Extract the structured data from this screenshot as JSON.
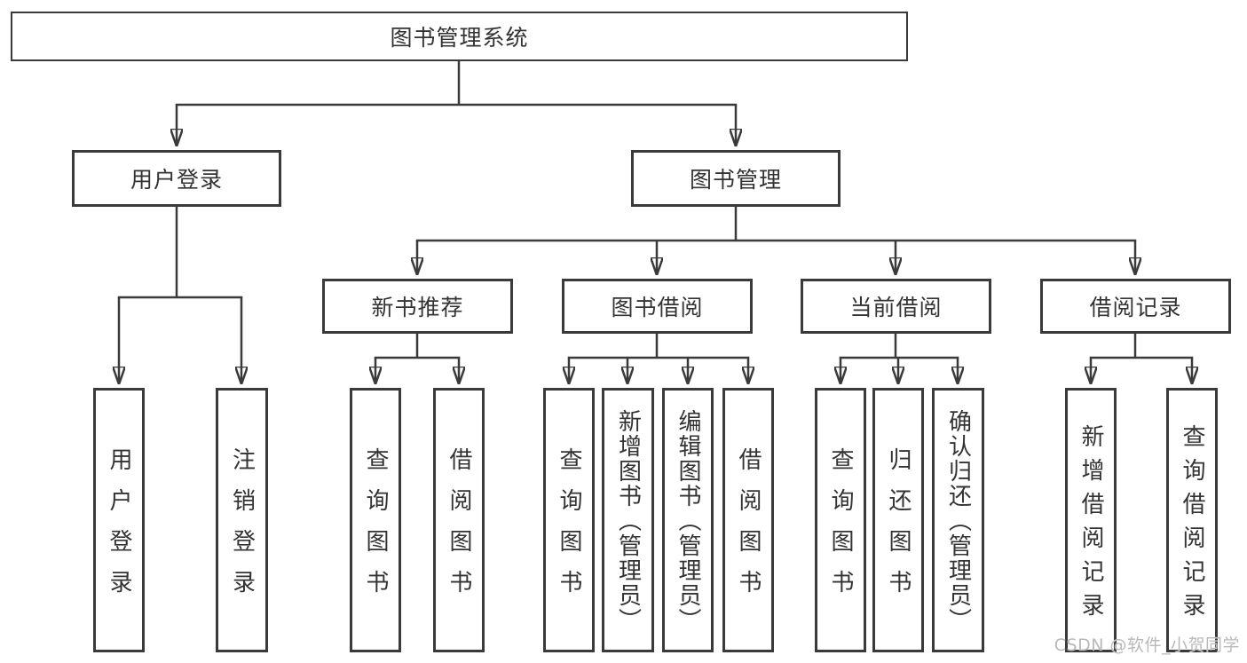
{
  "diagram_type": "hierarchy-tree",
  "tree": {
    "label": "图书管理系统",
    "children": [
      {
        "label": "用户登录",
        "children": [
          {
            "label": "用户登录"
          },
          {
            "label": "注销登录"
          }
        ]
      },
      {
        "label": "图书管理",
        "children": [
          {
            "label": "新书推荐",
            "children": [
              {
                "label": "查询图书"
              },
              {
                "label": "借阅图书"
              }
            ]
          },
          {
            "label": "图书借阅",
            "children": [
              {
                "label": "查询图书"
              },
              {
                "label": "新增图书（管理员）"
              },
              {
                "label": "编辑图书（管理员）"
              },
              {
                "label": "借阅图书"
              }
            ]
          },
          {
            "label": "当前借阅",
            "children": [
              {
                "label": "查询图书"
              },
              {
                "label": "归还图书"
              },
              {
                "label": "确认归还（管理员）"
              }
            ]
          },
          {
            "label": "借阅记录",
            "children": [
              {
                "label": "新增借阅记录"
              },
              {
                "label": "查询借阅记录"
              }
            ]
          }
        ]
      }
    ]
  },
  "watermark": "CSDN @软件_小贺同学",
  "colors": {
    "line": "#3a3a3a",
    "text": "#333333",
    "box_background": "#ffffff",
    "page_background": "#ffffff",
    "watermark": "#b9b9b9"
  }
}
